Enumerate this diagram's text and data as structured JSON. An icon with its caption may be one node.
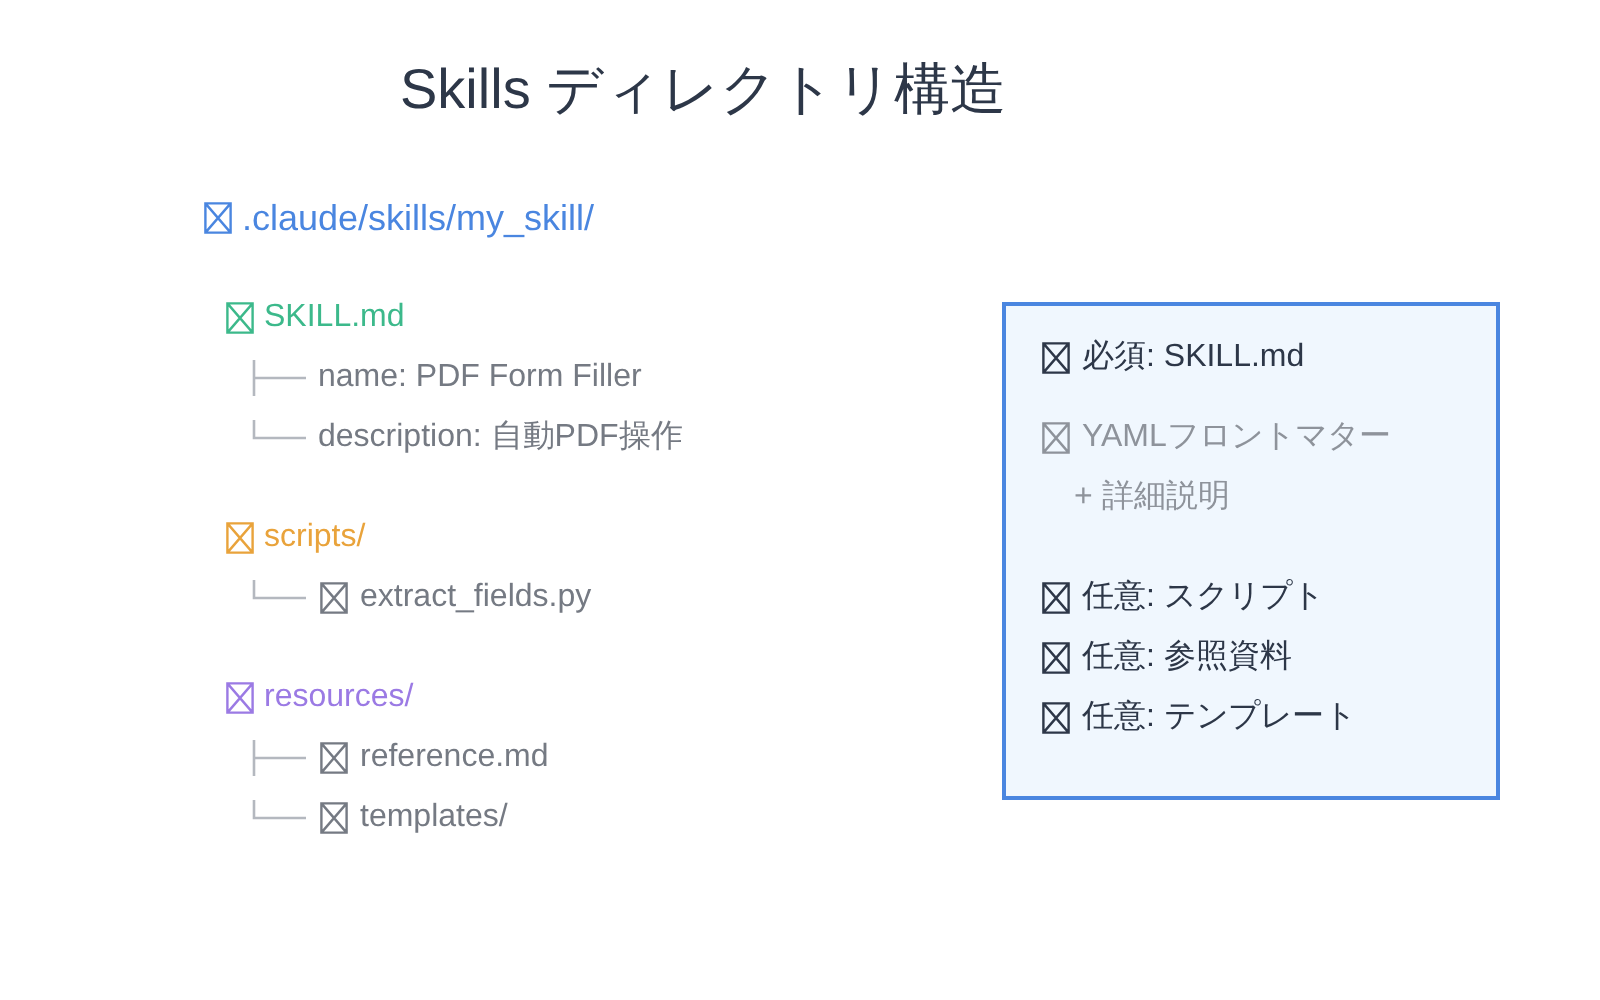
{
  "diagram": {
    "title": "Skills ディレクトリ構造",
    "nodes": [
      {
        "text": [
          "必須: SKILL.md",
          "YAMLフロントマター",
          "+ 詳細説明",
          "任意: スクリプト",
          "任意: 参照資料",
          "任意: テンプレート"
        ]
      }
    ],
    "labels": [
      ".claude/skills/my_skill/",
      "SKILL.md",
      "name: PDF Form Filler",
      "description: 自動PDF操作",
      "scripts/",
      "extract_fields.py",
      "resources/",
      "reference.md",
      "templates/"
    ]
  }
}
